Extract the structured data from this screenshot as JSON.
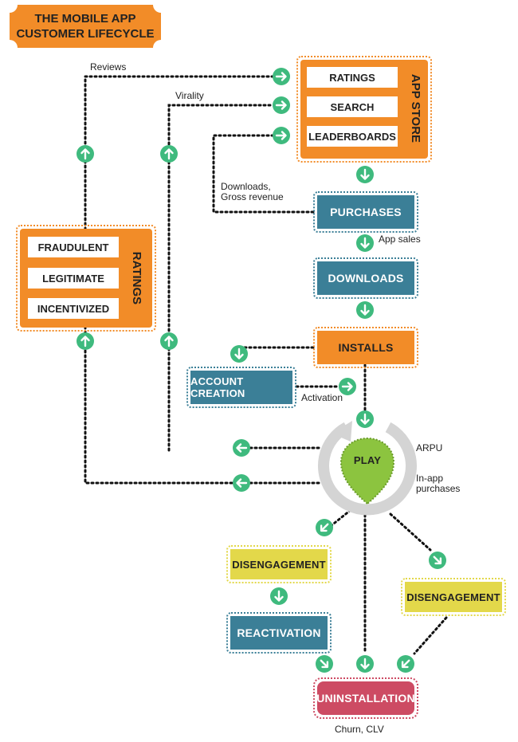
{
  "title": {
    "line1": "THE MOBILE APP",
    "line2": "CUSTOMER LIFECYCLE"
  },
  "app_store": {
    "title": "APP STORE",
    "items": [
      "RATINGS",
      "SEARCH",
      "LEADERBOARDS"
    ]
  },
  "ratings_box": {
    "title": "RATINGS",
    "items": [
      "FRAUDULENT",
      "LEGITIMATE",
      "INCENTIVIZED"
    ]
  },
  "nodes": {
    "purchases": "PURCHASES",
    "downloads": "DOWNLOADS",
    "installs": "INSTALLS",
    "account_creation": "ACCOUNT CREATION",
    "play": "PLAY",
    "disengagement_left": "DISENGAGEMENT",
    "disengagement_right": "DISENGAGEMENT",
    "reactivation": "REACTIVATION",
    "uninstallation": "UNINSTALLATION"
  },
  "labels": {
    "reviews": "Reviews",
    "virality": "Virality",
    "downloads_gross": "Downloads,\nGross revenue",
    "app_sales": "App sales",
    "activation": "Activation",
    "arpu": "ARPU",
    "in_app": "In-app\npurchases",
    "churn": "Churn, CLV"
  },
  "colors": {
    "orange": "#f28c28",
    "teal": "#3b7f97",
    "yellow": "#e3d84a",
    "red": "#cd4b63",
    "green_arrow": "#3fba7e",
    "play_green": "#8cc43f"
  },
  "icons": [
    "arrow-up-icon",
    "arrow-down-icon",
    "arrow-right-icon",
    "arrow-left-icon",
    "arrow-down-left-icon",
    "arrow-down-right-icon"
  ]
}
